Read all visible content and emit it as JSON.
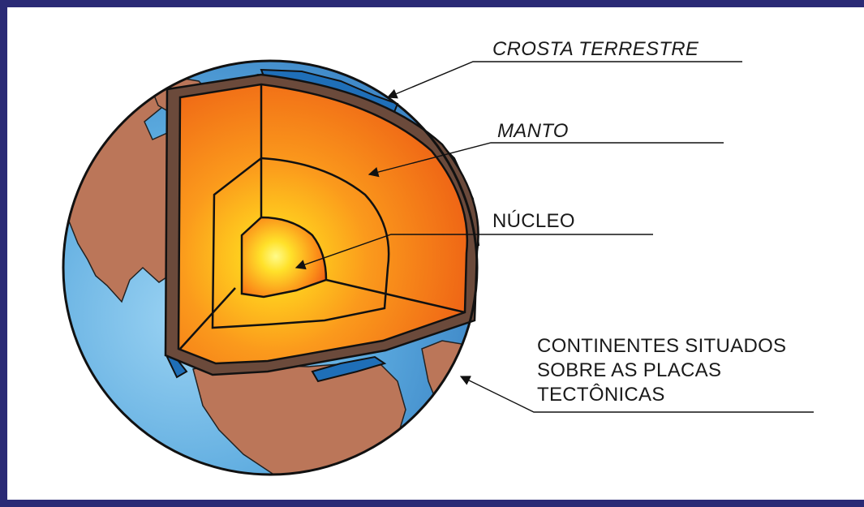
{
  "labels": {
    "crust": "CROSTA TERRESTRE",
    "mantle": "MANTO",
    "core": "NÚCLEO",
    "continents": [
      "CONTINENTES SITUADOS",
      "SOBRE AS PLACAS",
      "TECTÔNICAS"
    ]
  },
  "colors": {
    "frame": "#2a2a75",
    "ocean": "#6bb6e6",
    "land": "#b9745a",
    "crust_band": "#6a4a3c",
    "plates": "#1f6fb8",
    "mantle": "#ee4a14",
    "core": "#ffe02a"
  }
}
